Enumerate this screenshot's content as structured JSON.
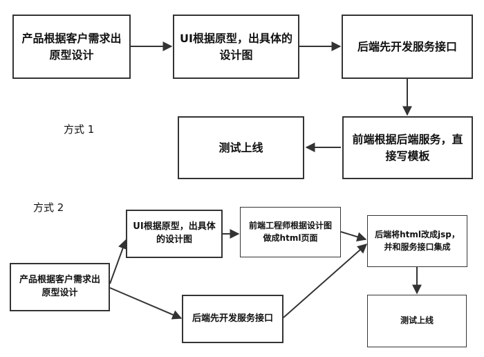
{
  "method1": {
    "label": "方式 1",
    "nodes": {
      "product_prototype": "产品根据客户需求出原型设计",
      "ui_design": "UI根据原型，出具体的设计图",
      "backend_api": "后端先开发服务接口",
      "frontend_template": "前端根据后端服务，直接写模板",
      "test_launch": "测试上线"
    }
  },
  "method2": {
    "label": "方式 2",
    "nodes": {
      "product_prototype": "产品根据客户需求出原型设计",
      "ui_design": "UI根据原型，出具体的设计图",
      "frontend_html": "前端工程师根据设计图做成html页面",
      "backend_api": "后端先开发服务接口",
      "backend_integrate": "后端将html改成jsp，并和服务接口集成",
      "test_launch": "测试上线"
    }
  }
}
